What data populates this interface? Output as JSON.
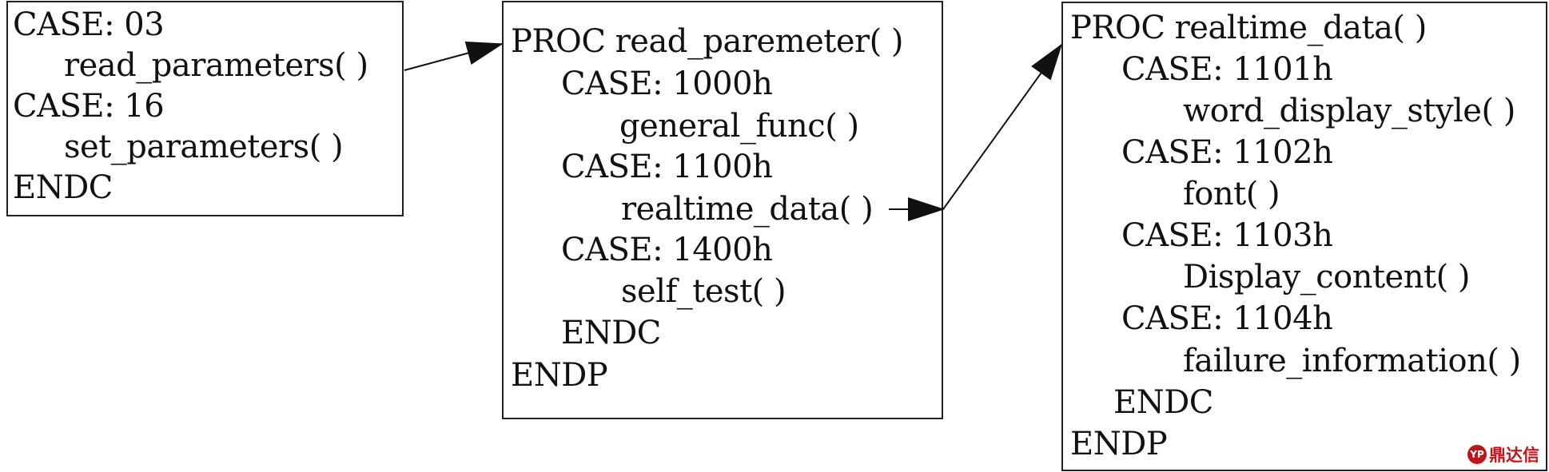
{
  "diagram": {
    "left_box": {
      "lines": [
        "CASE: 03",
        "read_parameters( )",
        "CASE: 16",
        "set_parameters( )",
        "ENDC"
      ]
    },
    "middle_box": {
      "lines": [
        "PROC read_paremeter( )",
        "CASE: 1000h",
        "general_func( )",
        "CASE: 1100h",
        "realtime_data( )",
        "CASE: 1400h",
        "self_test( )",
        "ENDC",
        "ENDP"
      ]
    },
    "right_box": {
      "lines": [
        "PROC realtime_data( )",
        "CASE: 1101h",
        "word_display_style( )",
        "CASE: 1102h",
        "font( )",
        "CASE: 1103h",
        "Display_content( )",
        "CASE: 1104h",
        "failure_information( )",
        "ENDC",
        "ENDP"
      ]
    },
    "watermark": {
      "badge": "YP",
      "text": "鼎达信"
    }
  },
  "colors": {
    "stroke": "#222222",
    "text": "#111111",
    "watermark": "#c0141b"
  }
}
